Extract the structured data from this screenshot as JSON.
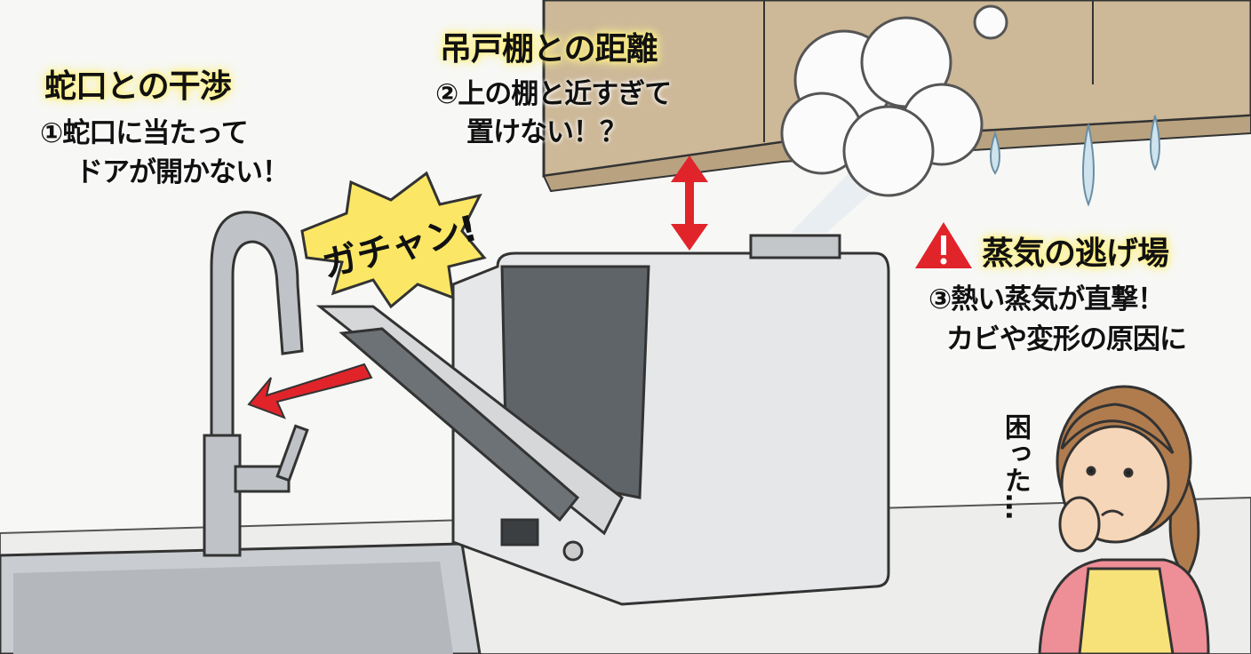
{
  "sections": [
    {
      "heading": "蛇口との干渉",
      "lines": [
        "①蛇口に当たって",
        "ドアが開かない！"
      ]
    },
    {
      "heading": "吊戸棚との距離",
      "lines": [
        "②上の棚と近すぎて",
        "置けない！？"
      ]
    },
    {
      "heading": "蒸気の逃げ場",
      "lines": [
        "③熱い蒸気が直撃！",
        "カビや変形の原因に"
      ]
    }
  ],
  "sound_effect": "ガチャン!",
  "speech": "困った…",
  "colors": {
    "warning_red": "#e0242a",
    "highlight_yellow": "#fff07a",
    "cabinet": "#cbb597",
    "appliance": "#e6e7e8"
  }
}
